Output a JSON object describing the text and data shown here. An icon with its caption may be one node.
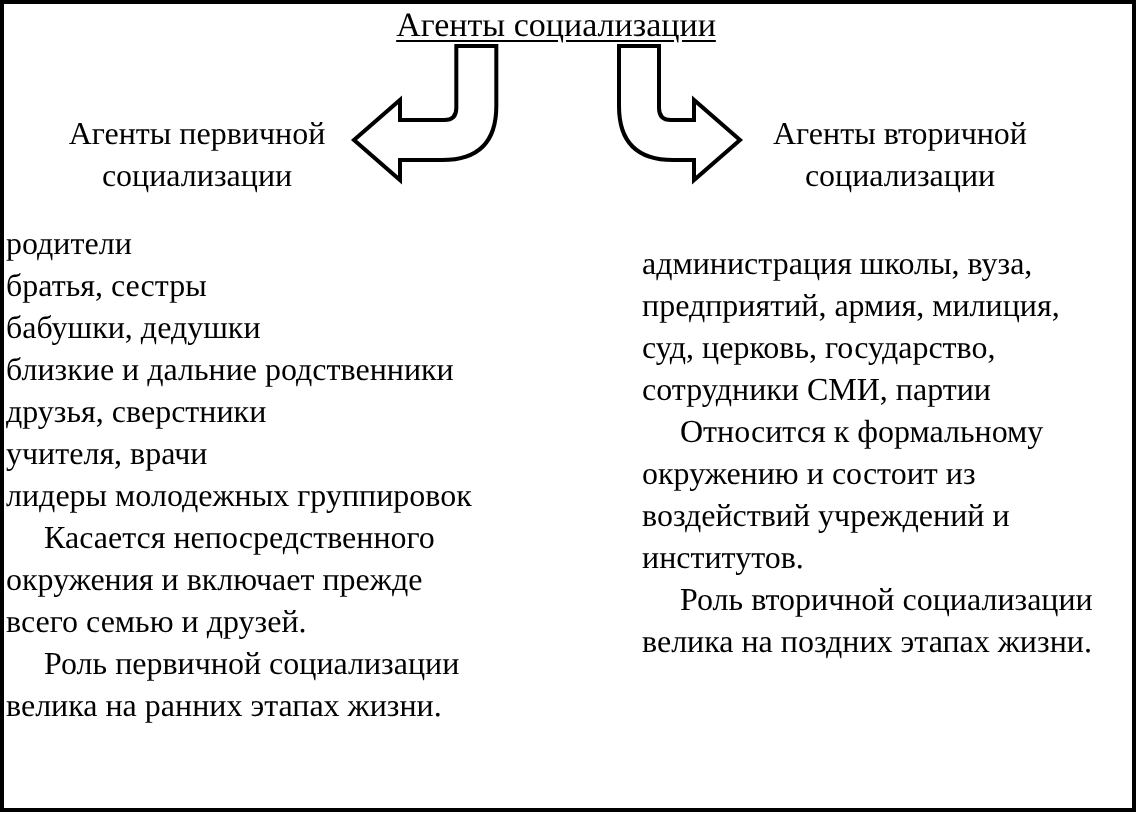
{
  "diagram": {
    "nodes": [
      {
        "text": [
          "Агенты социализации"
        ]
      },
      {
        "text": [
          "Агенты первичной социализации"
        ]
      },
      {
        "text": [
          "Агенты вторичной социализации"
        ]
      }
    ],
    "edges": [
      {
        "from": 0,
        "to": 1,
        "arrow": "to"
      },
      {
        "from": 0,
        "to": 2,
        "arrow": "to"
      }
    ],
    "labels": [
      "родители",
      "братья, сестры",
      "бабушки, дедушки",
      "близкие и дальние родственники",
      "друзья, сверстники",
      "учителя, врачи",
      "лидеры молодежных группировок",
      "Касается непосредственного окружения и включает прежде всего семью и друзей.",
      "Роль первичной социализации велика на ранних этапах жизни.",
      "администрация школы, вуза, предприятий, армия, милиция, суд, церковь, государство, сотрудники СМИ, партии",
      "Относится к формальному окружению и состоит из воздействий учреждений и институтов.",
      "Роль вторичной социализации велика на поздних этапах жизни."
    ]
  }
}
